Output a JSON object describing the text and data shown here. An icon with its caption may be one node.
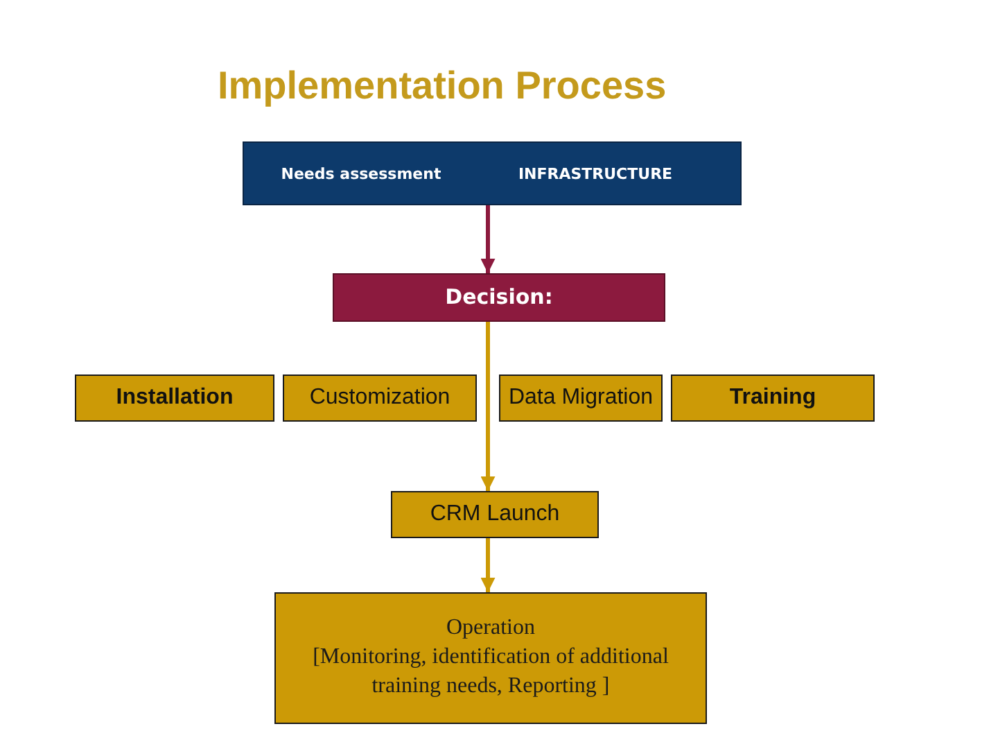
{
  "diagram": {
    "title": "Implementation Process",
    "nodes": [
      {
        "text": [
          "Needs assessment",
          "INFRASTRUCTURE"
        ]
      },
      {
        "text": [
          "Decision:"
        ]
      },
      {
        "text": [
          "Installation"
        ]
      },
      {
        "text": [
          "Customization"
        ]
      },
      {
        "text": [
          "Data Migration"
        ]
      },
      {
        "text": [
          "Training"
        ]
      },
      {
        "text": [
          "CRM Launch"
        ]
      },
      {
        "text": [
          "Operation",
          "[Monitoring, identification of additional training needs, Reporting ]"
        ]
      }
    ],
    "edges": [
      {
        "from": 0,
        "to": 1,
        "arrow": "to",
        "color": "#8c1a3e"
      },
      {
        "from": 1,
        "to": 6,
        "arrow": "to"
      },
      {
        "from": 6,
        "to": 7,
        "arrow": "to"
      }
    ]
  }
}
